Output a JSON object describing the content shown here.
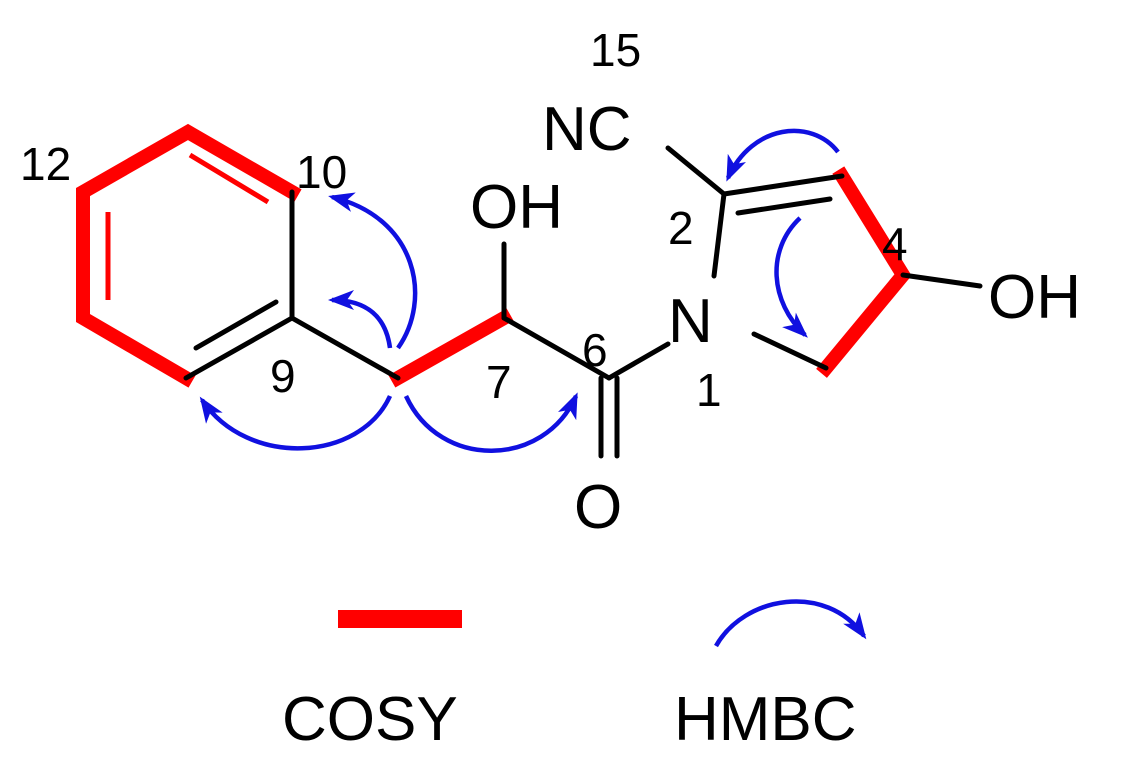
{
  "atoms": {
    "nc": "NC",
    "oh_side": "OH",
    "n1": "N",
    "oh_ring": "OH",
    "carbonyl_o": "O"
  },
  "numbers": {
    "n15": "15",
    "n12": "12",
    "n10": "10",
    "n2": "2",
    "n4": "4",
    "n6": "6",
    "n7": "7",
    "n9": "9",
    "n1": "1"
  },
  "legend": {
    "cosy": "COSY",
    "hmbc": "HMBC"
  },
  "colors": {
    "bond": "#000000",
    "cosy": "#ff0000",
    "hmbc": "#1010e0"
  }
}
